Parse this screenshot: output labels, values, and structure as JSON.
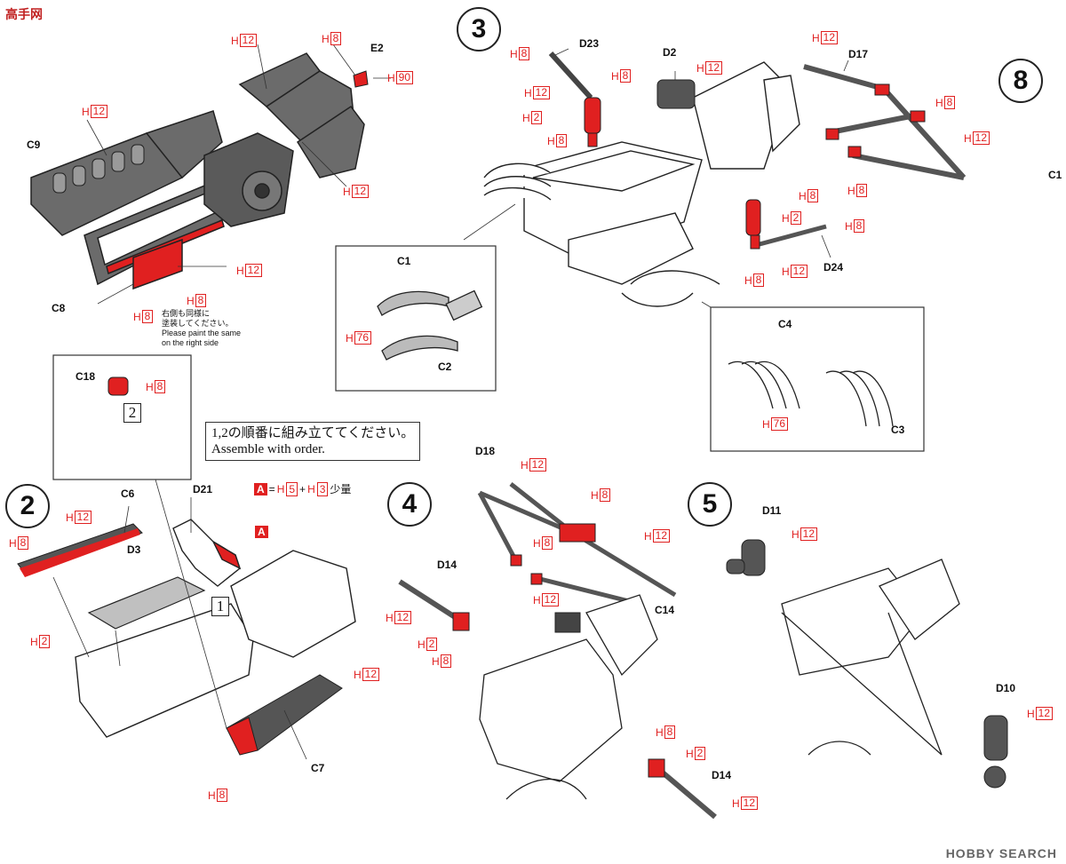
{
  "site_logo": "高手网",
  "watermark": "HOBBY SEARCH",
  "steps": [
    "3",
    "8",
    "2",
    "4",
    "5"
  ],
  "part_labels": {
    "E2": "E2",
    "C9": "C9",
    "C8": "C8",
    "C1": "C1",
    "C2": "C2",
    "D23": "D23",
    "D2": "D2",
    "D17": "D17",
    "D24": "D24",
    "C4": "C4",
    "C3": "C3",
    "C18": "C18",
    "C6": "C6",
    "D3": "D3",
    "D21": "D21",
    "C7": "C7",
    "D18": "D18",
    "D14a": "D14",
    "D14b": "D14",
    "C14": "C14",
    "D11": "D11",
    "D10": "D10",
    "C1x": "C1"
  },
  "paint": {
    "p12": "12",
    "p8": "8",
    "p90": "90",
    "p2": "2",
    "p76": "76",
    "p5": "5",
    "p3": "3",
    "h": "H"
  },
  "notes": {
    "right_side_jp_1": "右側も同様に",
    "right_side_jp_2": "塗装してください。",
    "right_side_en_1": "Please paint the same",
    "right_side_en_2": "on the right side",
    "order_jp": "1,2の順番に組み立ててください。",
    "order_en": "Assemble with order.",
    "formula_a": "A",
    "formula_eq": "=",
    "formula_plus": "+",
    "formula_small": "少量",
    "marker_a": "A",
    "sub1": "1",
    "sub2": "2"
  }
}
